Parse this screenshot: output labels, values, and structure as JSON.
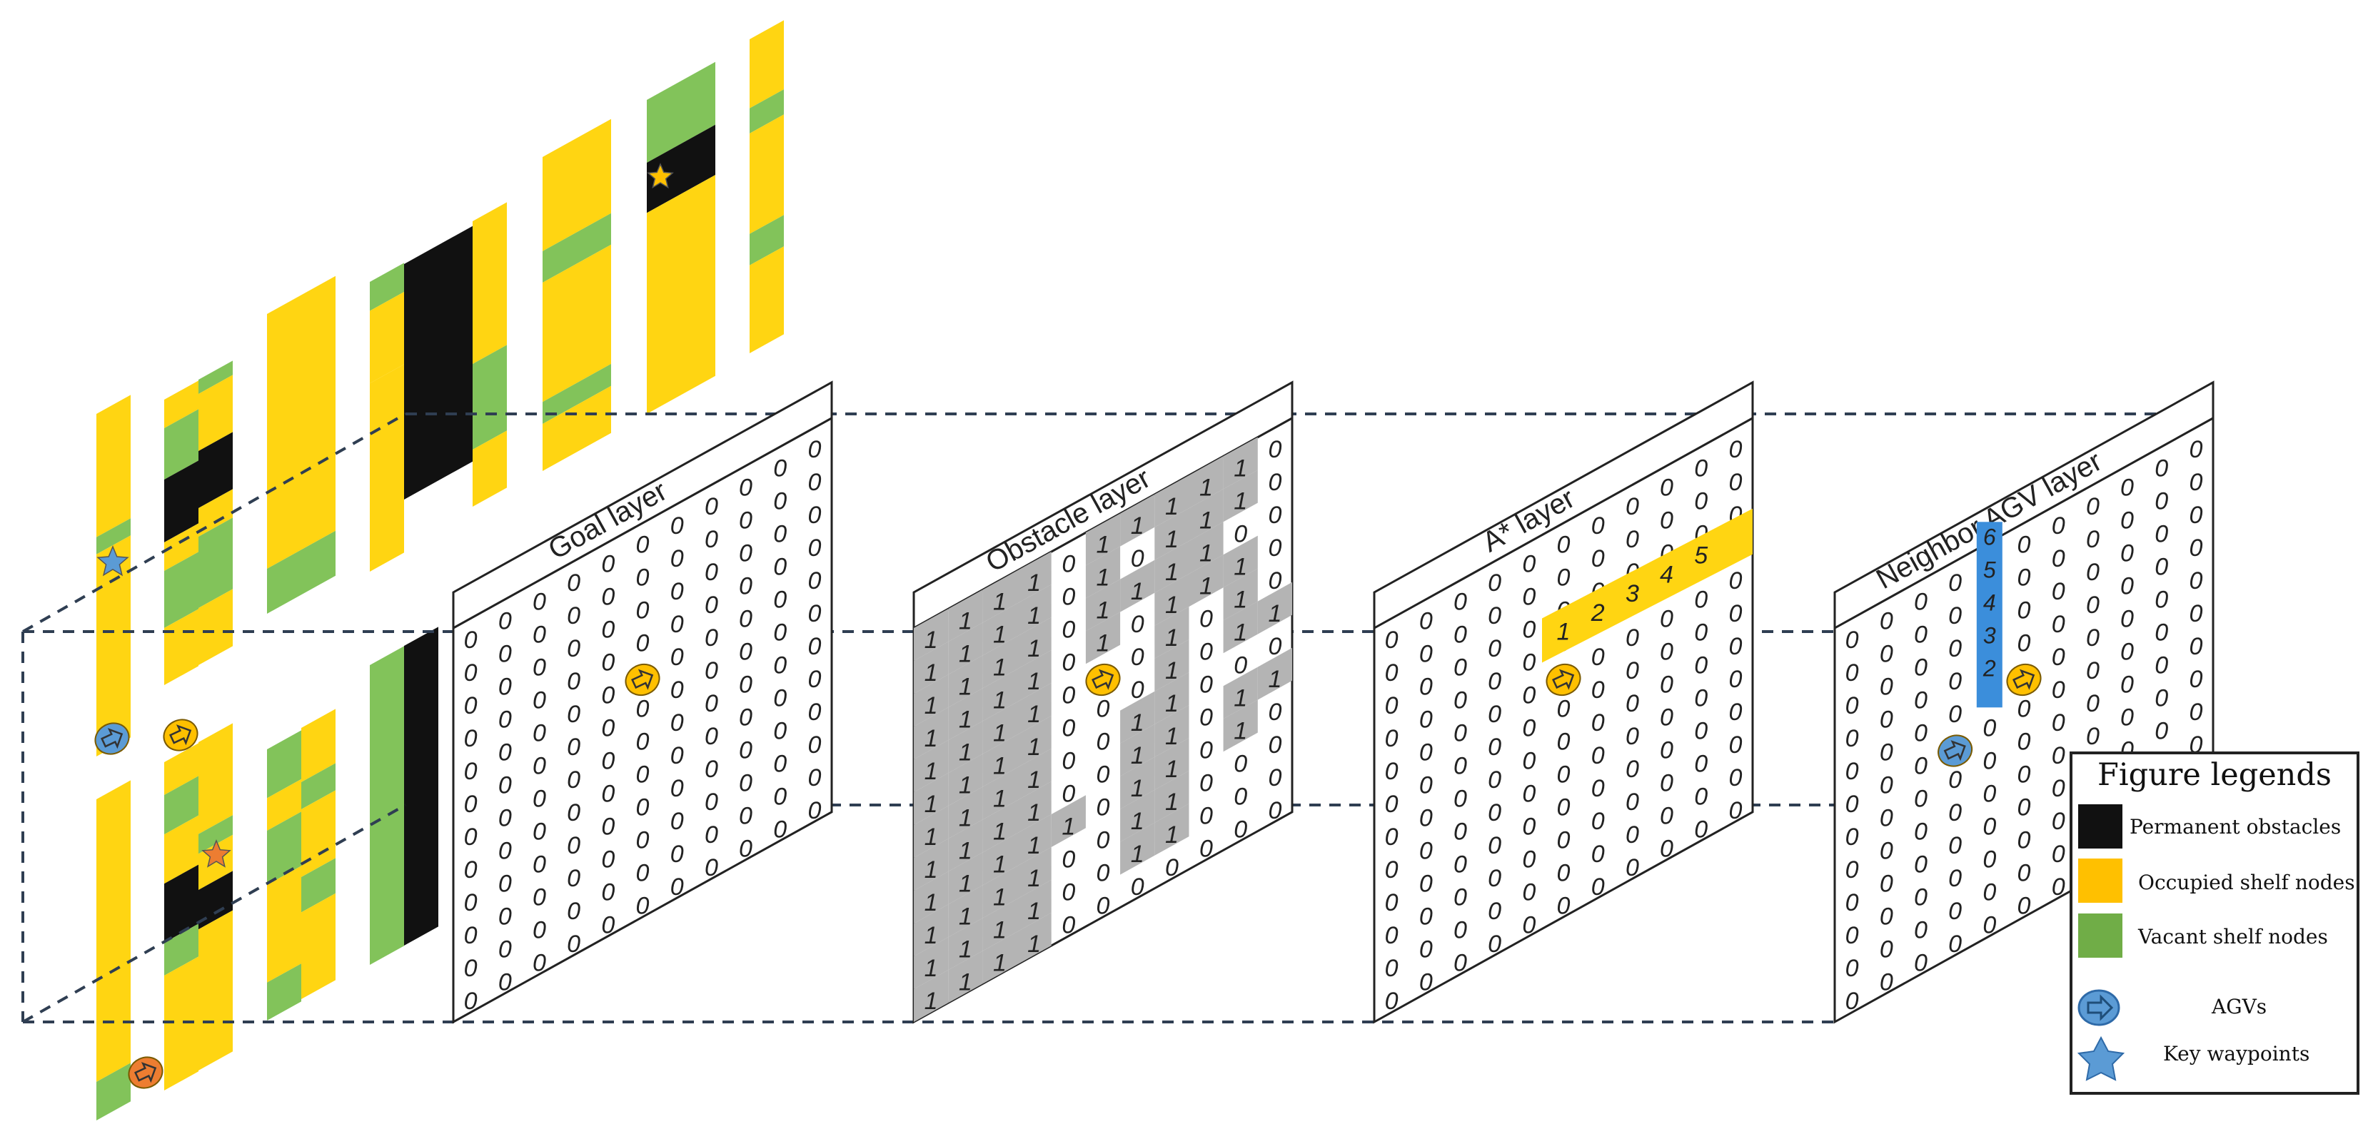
{
  "colors": {
    "occupied": "#FFD512",
    "vacant": "#82C35A",
    "obstacle": "#111111",
    "agv_blue": "#5B9BD5",
    "agv_yellow": "#FFC000",
    "agv_orange": "#ED7D31",
    "grey_cell": "#B4B4B4",
    "path_yellow": "#FFD512",
    "path_blue": "#3B8EDB",
    "dashed": "#2F3E52"
  },
  "layers": [
    {
      "title": "Goal layer"
    },
    {
      "title": "Obstacle layer"
    },
    {
      "title": "A* layer"
    },
    {
      "title": "Neighbor AGV layer"
    }
  ],
  "astar_path_labels": [
    "1",
    "2",
    "3",
    "4",
    "5"
  ],
  "neighbor_path_labels": [
    "6",
    "5",
    "4",
    "3",
    "2"
  ],
  "legend": {
    "title": "Figure legends",
    "items": [
      {
        "label": "Permanent obstacles",
        "swatch": "obstacle"
      },
      {
        "label": "Occupied shelf nodes",
        "swatch": "occupied"
      },
      {
        "label": "Vacant shelf nodes",
        "swatch": "vacant"
      },
      {
        "label": "AGVs",
        "swatch": "agv"
      },
      {
        "label": "Key waypoints",
        "swatch": "star"
      }
    ]
  }
}
